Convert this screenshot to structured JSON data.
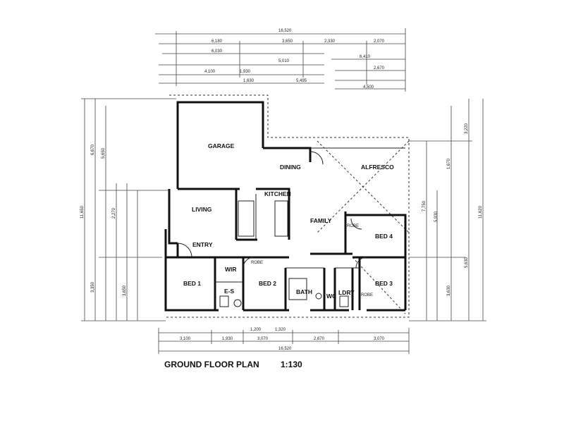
{
  "title": "GROUND FLOOR PLAN",
  "scale": "1:130",
  "rooms": {
    "garage": "GARAGE",
    "dining": "DINING",
    "alfresco": "ALFRESCO",
    "kitchen": "KITCHEN",
    "living": "LIVING",
    "family": "FAMILY",
    "entry": "ENTRY",
    "bed4": "BED 4",
    "bed1": "BED 1",
    "wir": "WIR",
    "es": "E-S",
    "bed2": "BED 2",
    "bath": "BATH",
    "wc": "WC",
    "ldry": "LDRY",
    "bed3": "BED 3",
    "robe1": "ROBE",
    "robe2": "ROBE",
    "robe3": "ROBE"
  },
  "dims": {
    "top_overall": "16,520",
    "top_a": "6,180",
    "top_b": "6,030",
    "top_c": "3,650",
    "top_d": "5,010",
    "top_e": "2,330",
    "top_f": "2,070",
    "top_g": "6,410",
    "top_h": "4,500",
    "top_i": "2,670",
    "top_j": "1,930",
    "top_k": "1,630",
    "top_l": "4,100",
    "top_m": "5,495",
    "bot_overall": "16,520",
    "bot_a": "3,100",
    "bot_b": "1,930",
    "bot_c": "3,070",
    "bot_d": "2,670",
    "bot_e": "3,070",
    "bot_f": "1,200",
    "bot_g": "1,320",
    "left_overall": "11,650",
    "left_a": "6,670",
    "left_b": "5,650",
    "left_c": "2,270",
    "left_d": "3,350",
    "left_e": "3,650",
    "right_overall": "11,620",
    "right_a": "3,220",
    "right_b": "7,750",
    "right_c": "5,930",
    "right_d": "3,630",
    "right_e": "1,670",
    "right_f": "5,630"
  }
}
